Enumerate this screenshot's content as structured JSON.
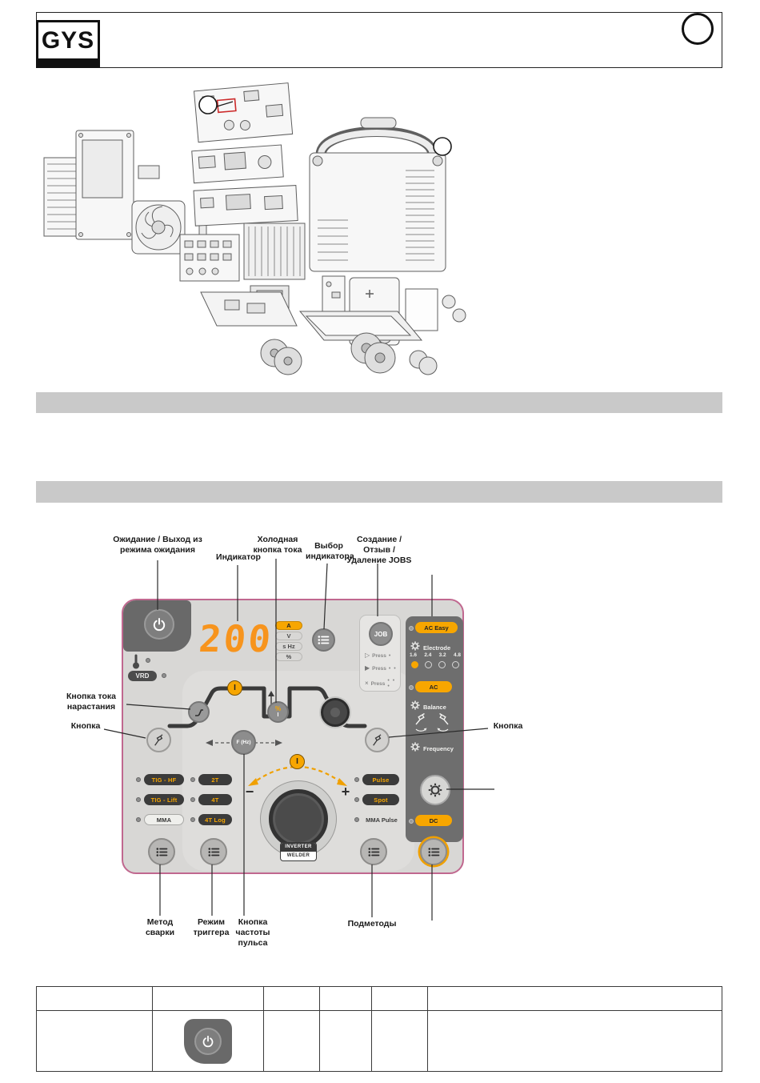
{
  "header": {
    "logo_text": "GYS",
    "circle_label": ""
  },
  "sections": {
    "bar1": "",
    "bar2": ""
  },
  "colors": {
    "accent": "#F7A600",
    "panel_border": "#C0688F",
    "display": "#F7941D"
  },
  "panel": {
    "vrd_label": "VRD",
    "display_value": "200",
    "units": [
      "A",
      "V",
      "s Hz",
      "%"
    ],
    "job": {
      "button_label": "JOB",
      "rows": [
        {
          "icon": "▷",
          "label": "Press",
          "dots": "•"
        },
        {
          "icon": "▶",
          "label": "Press",
          "dots": "• •"
        },
        {
          "icon": "×",
          "label": "Press",
          "dots": "• • •"
        }
      ]
    },
    "waveform": {
      "i_marker": "I",
      "cold_pct": "%",
      "cold_i": "I",
      "fhz_label": "F (Hz)",
      "minus": "−",
      "plus": "+",
      "arc_i": "I"
    },
    "badge": {
      "line1": "INVERTER",
      "line2": "WELDER"
    },
    "modes_left": [
      "TIG - HF",
      "TIG - Lift",
      "MMA"
    ],
    "modes_trigger": [
      "2T",
      "4T",
      "4T Log"
    ],
    "modes_right": [
      "Pulse",
      "Spot",
      "MMA Pulse"
    ],
    "right_panel": {
      "ac_easy": "AC Easy",
      "electrode": "Electrode",
      "sizes": [
        "1.6",
        "2.4",
        "3.2",
        "4.8"
      ],
      "ac": "AC",
      "balance": "Balance",
      "frequency": "Frequency",
      "dc": "DC"
    }
  },
  "callouts": {
    "standby": "Ожидание / Выход из режима ожидания",
    "indicator": "Индикатор",
    "cold_current": "Холодная кнопка тока",
    "indicator_select": "Выбор индикатора",
    "jobs": "Создание / Отзыв / Удаление JOBS",
    "ramp": "Кнопка тока нарастания",
    "button_left": "Кнопка",
    "button_right": "Кнопка",
    "method": "Метод сварки",
    "trigger": "Режим триггера",
    "pulse_frequency": "Кнопка частоты пульса",
    "submethods": "Подметоды"
  },
  "table": {
    "headers": [
      "",
      "",
      "",
      "",
      "",
      ""
    ]
  }
}
